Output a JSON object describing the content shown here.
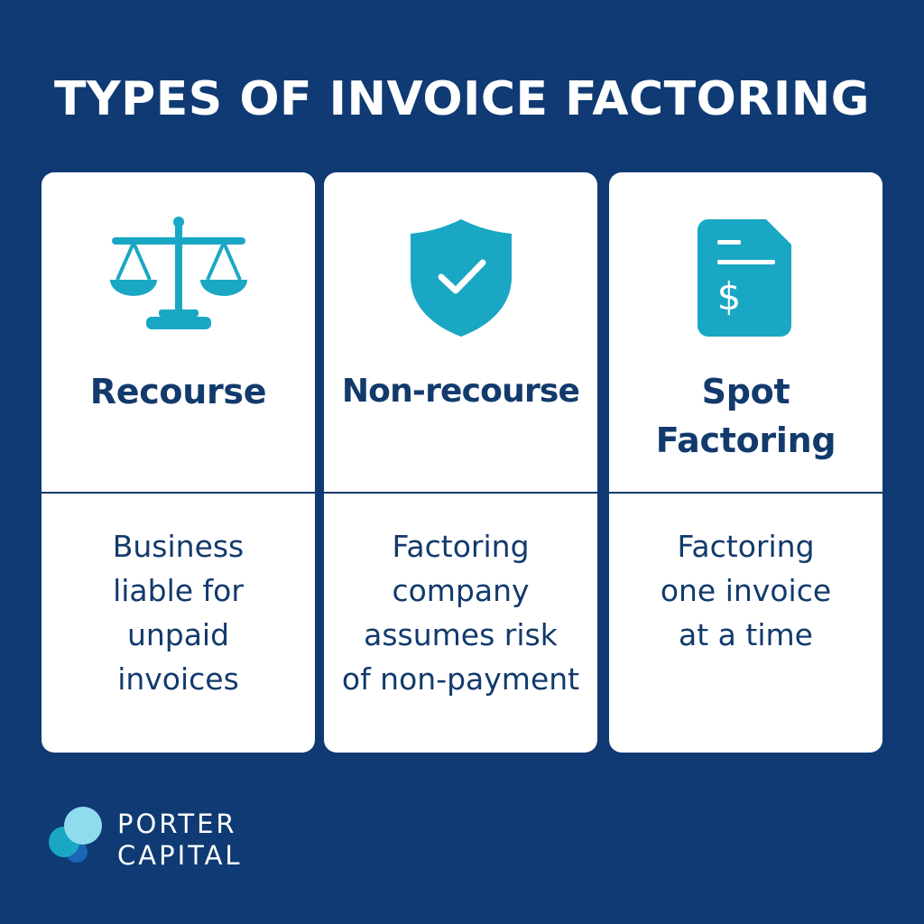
{
  "page": {
    "title": "TYPES OF INVOICE FACTORING",
    "background_color": "#0f3a73"
  },
  "colors": {
    "accent": "#1aa7c4",
    "heading_text": "#123a6c",
    "card_background": "#ffffff"
  },
  "cards": [
    {
      "icon": "scales-icon",
      "heading_lines": [
        "Recourse"
      ],
      "description_lines": [
        "Business",
        "liable for",
        "unpaid",
        "invoices"
      ]
    },
    {
      "icon": "shield-check-icon",
      "heading_lines": [
        "Non-recourse"
      ],
      "description_lines": [
        "Factoring",
        "company",
        "assumes risk",
        "of non-payment"
      ]
    },
    {
      "icon": "invoice-dollar-icon",
      "heading_lines": [
        "Spot",
        "Factoring"
      ],
      "description_lines": [
        "Factoring",
        "one invoice",
        "at a time"
      ]
    }
  ],
  "brand": {
    "name_lines": [
      "PORTER",
      "CAPITAL"
    ]
  }
}
